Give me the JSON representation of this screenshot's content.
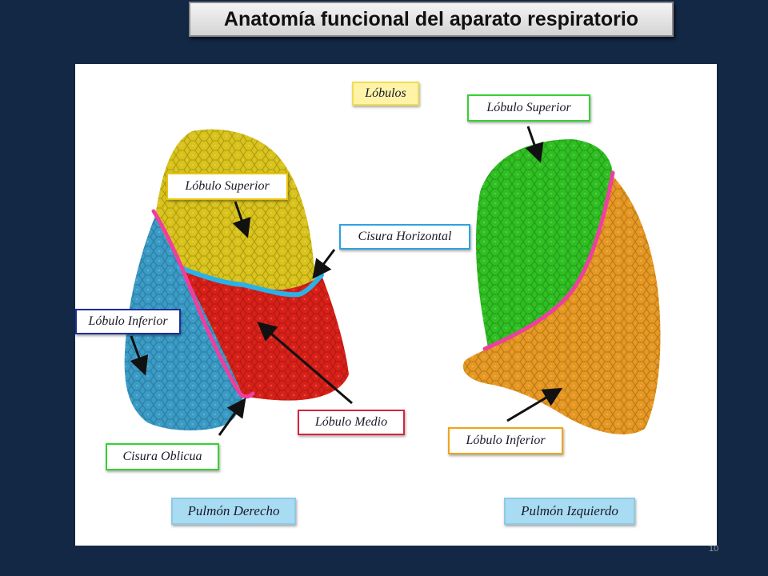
{
  "slide": {
    "title": "Anatomía funcional del aparato respiratorio",
    "page_number": "10"
  },
  "diagram": {
    "heading": "Lóbulos",
    "right_lung": {
      "name": "Pulmón Derecho",
      "labels": {
        "superior": "Lóbulo Superior",
        "medio": "Lóbulo Medio",
        "inferior": "Lóbulo Inferior",
        "horizontal_fissure": "Cisura Horizontal",
        "oblique_fissure": "Cisura Oblicua"
      }
    },
    "left_lung": {
      "name": "Pulmón Izquierdo",
      "labels": {
        "superior": "Lóbulo Superior",
        "inferior": "Lóbulo Inferior"
      }
    },
    "colors": {
      "superior_right": "#d9c31c",
      "medio": "#d82018",
      "inferior_right": "#3a9bc6",
      "superior_left": "#2fbf22",
      "inferior_left": "#e69822",
      "oblique_fissure": "#ee3fa0",
      "horizontal_fissure": "#2ab2e8"
    }
  }
}
